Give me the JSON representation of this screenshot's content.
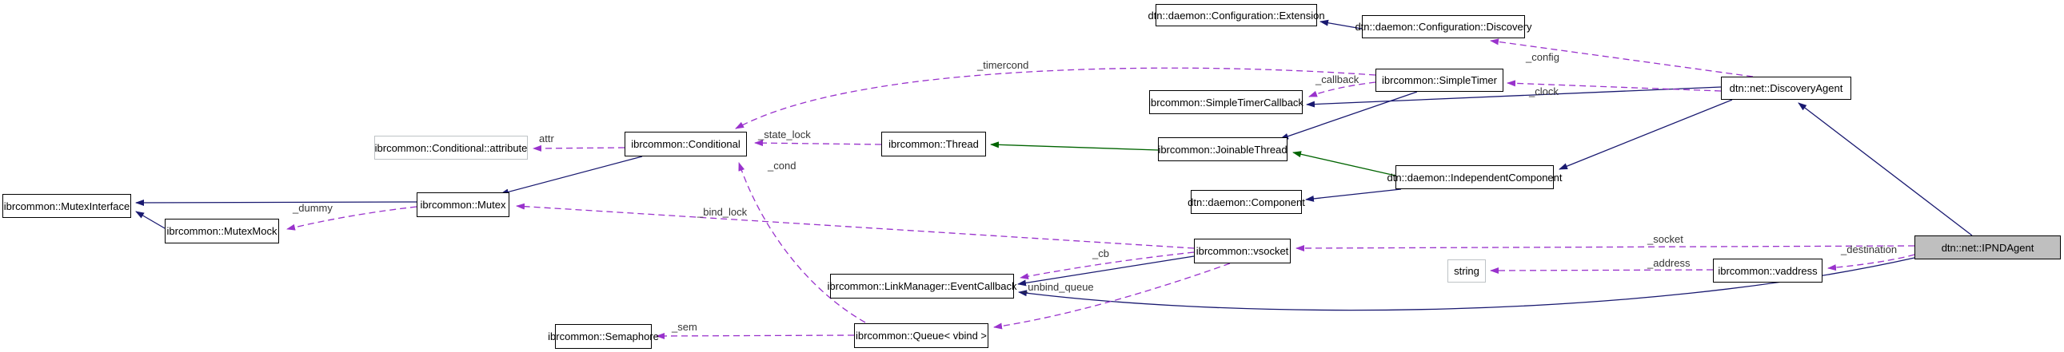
{
  "graph": {
    "type": "collaboration-diagram",
    "current_class": "dtn::net::IPNDAgent",
    "nodes": {
      "mutex_interface": {
        "label": "ibrcommon::MutexInterface"
      },
      "mutex_mock": {
        "label": "ibrcommon::MutexMock"
      },
      "mutex": {
        "label": "ibrcommon::Mutex"
      },
      "conditional_attribute": {
        "label": "ibrcommon::Conditional::attribute"
      },
      "conditional": {
        "label": "ibrcommon::Conditional"
      },
      "thread": {
        "label": "ibrcommon::Thread"
      },
      "simple_timer_callback": {
        "label": "ibrcommon::SimpleTimerCallback"
      },
      "simple_timer": {
        "label": "ibrcommon::SimpleTimer"
      },
      "configuration_extension": {
        "label": "dtn::daemon::Configuration::Extension"
      },
      "configuration_discovery": {
        "label": "dtn::daemon::Configuration::Discovery"
      },
      "discovery_agent": {
        "label": "dtn::net::DiscoveryAgent"
      },
      "joinable_thread": {
        "label": "ibrcommon::JoinableThread"
      },
      "independent_component": {
        "label": "dtn::daemon::IndependentComponent"
      },
      "component": {
        "label": "dtn::daemon::Component"
      },
      "vsocket": {
        "label": "ibrcommon::vsocket"
      },
      "string": {
        "label": "string"
      },
      "vaddress": {
        "label": "ibrcommon::vaddress"
      },
      "event_callback": {
        "label": "ibrcommon::LinkManager::EventCallback"
      },
      "queue_vbind": {
        "label": "ibrcommon::Queue< vbind >"
      },
      "semaphore": {
        "label": "ibrcommon::Semaphore"
      },
      "ipnd_agent": {
        "label": "dtn::net::IPNDAgent"
      }
    },
    "edge_labels": {
      "timercond": "_timercond",
      "config": "_config",
      "callback": "_callback",
      "clock": "_clock",
      "attr": "attr",
      "state_lock": "_state_lock",
      "cond": "_cond",
      "dummy": "_dummy",
      "bind_lock": "_bind_lock",
      "cb": "_cb",
      "unbind_queue": "_unbind_queue",
      "sem": "_sem",
      "socket": "_socket",
      "address": "_address",
      "destination": "_destination"
    },
    "colors": {
      "inheritance": "#191970",
      "protected_inheritance": "#006400",
      "usage": "#9932cc",
      "current_node_fill": "#bfbfbf",
      "undocumented_border": "#bec3c6"
    }
  }
}
